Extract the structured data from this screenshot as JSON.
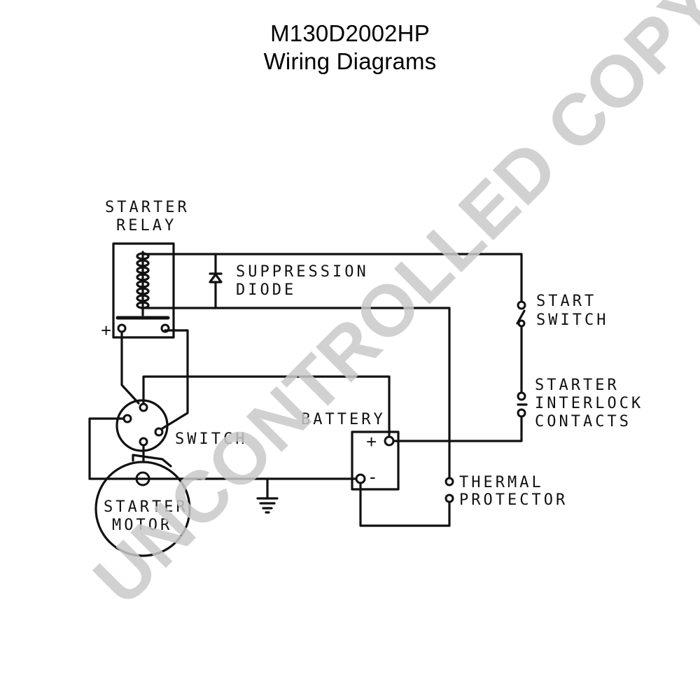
{
  "header": {
    "model": "M130D2002HP",
    "subtitle": "Wiring Diagrams"
  },
  "labels": {
    "starter_relay_line1": "STARTER",
    "starter_relay_line2": "RELAY",
    "suppression_diode_line1": "SUPPRESSION",
    "suppression_diode_line2": "DIODE",
    "start_switch_line1": "START",
    "start_switch_line2": "SWITCH",
    "interlock_line1": "STARTER",
    "interlock_line2": "INTERLOCK",
    "interlock_line3": "CONTACTS",
    "battery": "BATTERY",
    "switch": "SWITCH",
    "thermal_line1": "THERMAL",
    "thermal_line2": "PROTECTOR",
    "starter_motor_line1": "STARTER",
    "starter_motor_line2": "MOTOR",
    "relay_plus": "+",
    "battery_plus": "+",
    "battery_minus": "-"
  },
  "watermark": "UNCONTROLLED COPY"
}
